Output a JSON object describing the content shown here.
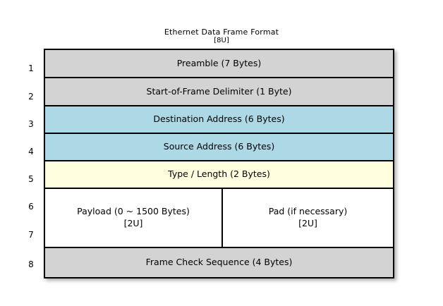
{
  "title": {
    "main": "Ethernet Data Frame Format",
    "sub": "[8U]"
  },
  "colors": {
    "gray": "#d3d3d3",
    "blue": "#add8e6",
    "yellow": "#ffffe0",
    "white": "#ffffff",
    "border": "#000000",
    "background": "#ffffff"
  },
  "row_numbers": [
    "1",
    "2",
    "3",
    "4",
    "5",
    "6",
    "7",
    "8"
  ],
  "frame_fields": [
    {
      "number": "1",
      "label": "Preamble (7 Bytes)",
      "sub": "",
      "fill": "gray",
      "bytes": "7"
    },
    {
      "number": "2",
      "label": "Start-of-Frame Delimiter (1 Byte)",
      "sub": "",
      "fill": "gray",
      "bytes": "1"
    },
    {
      "number": "3",
      "label": "Destination Address (6 Bytes)",
      "sub": "",
      "fill": "blue",
      "bytes": "6"
    },
    {
      "number": "4",
      "label": "Source Address (6 Bytes)",
      "sub": "",
      "fill": "blue",
      "bytes": "6"
    },
    {
      "number": "5",
      "label": "Type / Length (2 Bytes)",
      "sub": "",
      "fill": "yellow",
      "bytes": "2"
    },
    {
      "number": "6",
      "label": "Payload (0 ~ 1500 Bytes)",
      "sub": "[2U]",
      "fill": "white",
      "bytes": "0 ~ 1500"
    },
    {
      "number": "7",
      "label": "Pad (if necessary)",
      "sub": "[2U]",
      "fill": "white",
      "bytes": ""
    },
    {
      "number": "8",
      "label": "Frame Check Sequence (4 Bytes)",
      "sub": "",
      "fill": "gray",
      "bytes": "4"
    }
  ]
}
